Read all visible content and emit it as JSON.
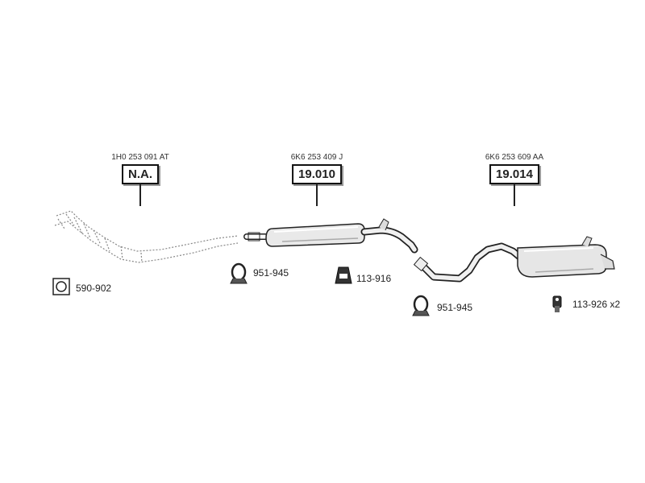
{
  "sections": [
    {
      "oem": "1H0 253 091 AT",
      "ref": "N.A."
    },
    {
      "oem": "6K6 253 409 J",
      "ref": "19.010"
    },
    {
      "oem": "6K6 253 609 AA",
      "ref": "19.014"
    }
  ],
  "parts": [
    {
      "code": "590-902",
      "icon": "gasket-icon"
    },
    {
      "code": "951-945",
      "icon": "clamp-icon"
    },
    {
      "code": "113-916",
      "icon": "rubber-mount-icon"
    },
    {
      "code": "951-945",
      "icon": "clamp-icon"
    },
    {
      "code": "113-926 x2",
      "icon": "hanger-icon"
    }
  ]
}
